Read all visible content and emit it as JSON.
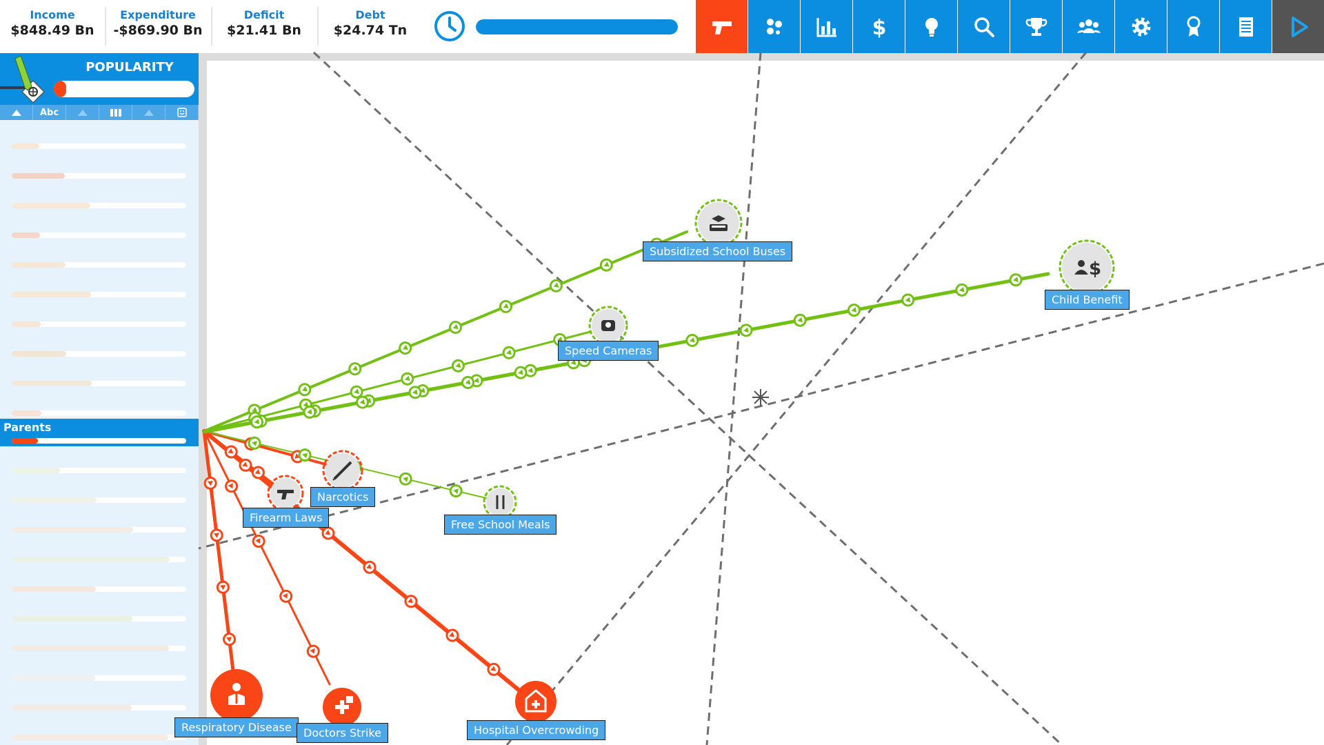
{
  "topbar": {
    "stats": [
      {
        "label": "Income",
        "value": "$848.49 Bn"
      },
      {
        "label": "Expenditure",
        "value": "-$869.90 Bn"
      },
      {
        "label": "Deficit",
        "value": "$21.41 Bn"
      },
      {
        "label": "Debt",
        "value": "$24.74 Tn"
      }
    ],
    "turn_progress": 1.0,
    "buttons": [
      {
        "name": "law-order",
        "icon": "pistol-icon",
        "active": true
      },
      {
        "name": "public-services",
        "icon": "dots-icon",
        "active": false
      },
      {
        "name": "economy",
        "icon": "bar-chart-icon",
        "active": false
      },
      {
        "name": "finance",
        "icon": "dollar-icon",
        "active": false
      },
      {
        "name": "ideas",
        "icon": "lightbulb-icon",
        "active": false
      },
      {
        "name": "search",
        "icon": "search-icon",
        "active": false
      },
      {
        "name": "achievements",
        "icon": "trophy-icon",
        "active": false
      },
      {
        "name": "voters",
        "icon": "people-icon",
        "active": false
      },
      {
        "name": "settings",
        "icon": "gear-icon",
        "active": false
      },
      {
        "name": "awards",
        "icon": "ribbon-icon",
        "active": false
      },
      {
        "name": "reports",
        "icon": "document-icon",
        "active": false
      },
      {
        "name": "next-turn",
        "icon": "play-icon",
        "active": false
      }
    ],
    "colors": {
      "accent": "#0c8ee0",
      "active": "#fa4516",
      "play": "#545454"
    }
  },
  "popularity": {
    "title": "POPULARITY",
    "level": 0.09,
    "sort_tabs": [
      {
        "icon": "sort-up-icon",
        "text": ""
      },
      {
        "icon": "sort-alpha-icon",
        "text": "Abc"
      },
      {
        "icon": "sort-up-icon",
        "text": ""
      },
      {
        "icon": "group-size-icon",
        "text": ""
      },
      {
        "icon": "sort-up-icon",
        "text": ""
      },
      {
        "icon": "smiley-icon",
        "text": ""
      }
    ],
    "selected_group": {
      "label": "Parents",
      "level": 0.15
    }
  },
  "map": {
    "center_node": "Parents",
    "nodes": [
      {
        "id": "buses",
        "label": "Subsidized School Buses",
        "icon": "school-bus-icon",
        "effect": "positive"
      },
      {
        "id": "child",
        "label": "Child Benefit",
        "icon": "child-benefit-icon",
        "effect": "positive"
      },
      {
        "id": "speed",
        "label": "Speed Cameras",
        "icon": "speed-camera-icon",
        "effect": "positive"
      },
      {
        "id": "narcotics",
        "label": "Narcotics",
        "icon": "syringe-icon",
        "effect": "negative"
      },
      {
        "id": "firearm",
        "label": "Firearm Laws",
        "icon": "pistol-icon",
        "effect": "negative"
      },
      {
        "id": "meals",
        "label": "Free School Meals",
        "icon": "cutlery-icon",
        "effect": "positive"
      },
      {
        "id": "resp",
        "label": "Respiratory Disease",
        "icon": "lungs-icon",
        "effect": "negative"
      },
      {
        "id": "doctors",
        "label": "Doctors Strike",
        "icon": "medical-strike-icon",
        "effect": "negative"
      },
      {
        "id": "hospital",
        "label": "Hospital Overcrowding",
        "icon": "hospital-icon",
        "effect": "negative"
      }
    ],
    "colors": {
      "positive": "#73c015",
      "negative": "#fa4516",
      "label_bg": "#4ba7e8"
    }
  }
}
